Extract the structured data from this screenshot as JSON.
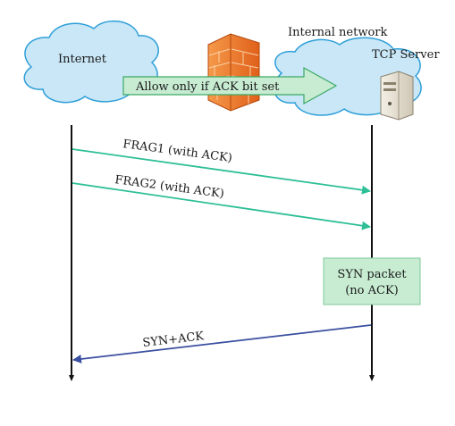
{
  "labels": {
    "internet": "Internet",
    "internal_network": "Internal network",
    "tcp_server": "TCP Server",
    "policy": "Allow only if ACK bit set",
    "frag1": "FRAG1 (with ACK)",
    "frag2": "FRAG2 (with ACK)",
    "syn_packet_line1": "SYN packet",
    "syn_packet_line2": "(no ACK)",
    "syn_ack": "SYN+ACK"
  },
  "icons": {
    "firewall": "firewall-icon",
    "server": "server-icon"
  },
  "colors": {
    "cloud_fill": "#c9e7f7",
    "cloud_stroke": "#2e9fd8",
    "green_arrow": "#2ebf97",
    "policy_arrow_fill": "#c8ecd2",
    "policy_arrow_stroke": "#3aa864",
    "syn_box_fill": "#c8ecd2",
    "syn_box_stroke": "#7fc89a",
    "blue_arrow": "#3a4fa0",
    "firewall": "#f07020"
  }
}
